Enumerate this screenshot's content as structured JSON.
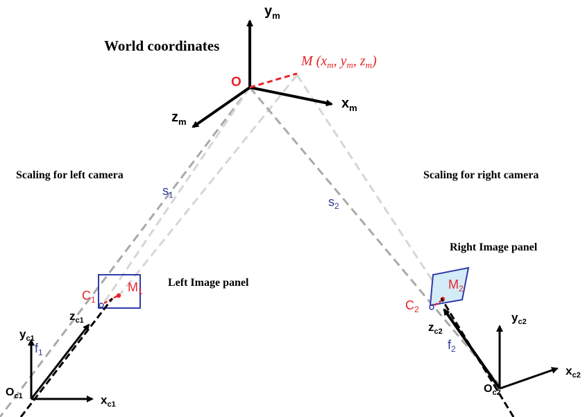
{
  "colors": {
    "axis": "#000000",
    "projection_red": "#e8242a",
    "scale_blue": "#2e3b9b",
    "dashed_dark": "#a9a9a9",
    "dashed_light": "#d6d6d6",
    "panel_fill": "#d4ebf8",
    "panel_stroke": "#2f3aa8"
  },
  "labels": {
    "world_title": "World coordinates",
    "world_origin": "O",
    "world_point": "M (xm, ym, zm)",
    "world_point_parts": {
      "prefix": "M (x",
      "s1": "m",
      "mid1": ", y",
      "s2": "m",
      "mid2": ", z",
      "s3": "m",
      "suffix": ")"
    },
    "ym": {
      "base": "y",
      "sub": "m"
    },
    "xm": {
      "base": "x",
      "sub": "m"
    },
    "zm": {
      "base": "z",
      "sub": "m"
    },
    "left_scaling": "Scaling for left camera",
    "right_scaling": "Scaling for right camera",
    "left_panel": "Left Image panel",
    "right_panel": "Right Image panel",
    "s1": {
      "base": "s",
      "sub": "1"
    },
    "s2": {
      "base": "s",
      "sub": "2"
    },
    "f1": {
      "base": "f",
      "sub": "1"
    },
    "f2": {
      "base": "f",
      "sub": "2"
    },
    "c1": {
      "base": "C",
      "sub": "1"
    },
    "c2": {
      "base": "C",
      "sub": "2"
    },
    "m1": {
      "base": "M",
      "sub": "1"
    },
    "m2": {
      "base": "M",
      "sub": "2"
    },
    "oc1": {
      "base": "O",
      "sub": "c1"
    },
    "oc2": {
      "base": "O",
      "sub": "c2"
    },
    "xc1": {
      "base": "x",
      "sub": "c1"
    },
    "yc1": {
      "base": "y",
      "sub": "c1"
    },
    "zc1": {
      "base": "z",
      "sub": "c1"
    },
    "xc2": {
      "base": "x",
      "sub": "c2"
    },
    "yc2": {
      "base": "y",
      "sub": "c2"
    },
    "zc2": {
      "base": "z",
      "sub": "c2"
    }
  }
}
